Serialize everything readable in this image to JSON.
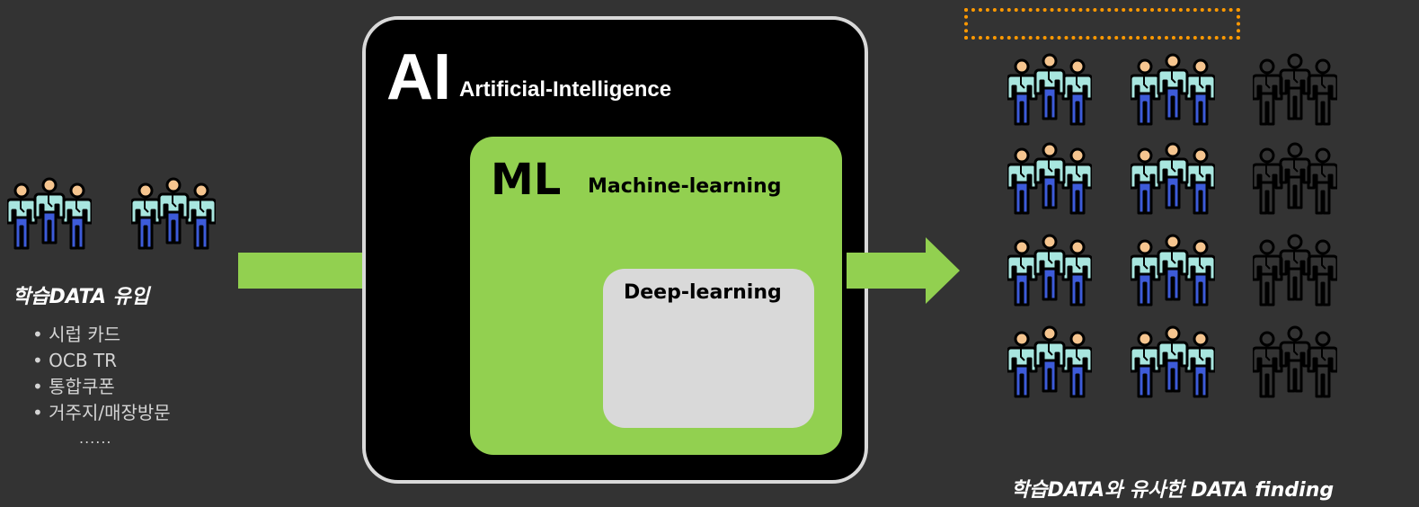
{
  "input": {
    "title": "학습DATA 유입",
    "items": [
      "시럽 카드",
      "OCB TR",
      "통합쿠폰",
      "거주지/매장방문"
    ],
    "more": "......"
  },
  "ai": {
    "big": "AI",
    "sub": "Artificial-Intelligence"
  },
  "ml": {
    "big": "ML",
    "sub": "Machine-learning"
  },
  "dl": {
    "label": "Deep-learning"
  },
  "result": {
    "title": "학습DATA와 유사한 DATA finding"
  },
  "colors": {
    "background": "#333333",
    "arrow": "#92d050",
    "ml_box": "#92d050",
    "dl_box": "#d9d9d9",
    "selection_border": "#ff9900",
    "person_shirt": "#a8e6df",
    "person_pants": "#3d5bd9",
    "person_outline": "#000000"
  },
  "icons": {
    "group": "people-group-icon",
    "arrow": "right-arrow-icon"
  }
}
